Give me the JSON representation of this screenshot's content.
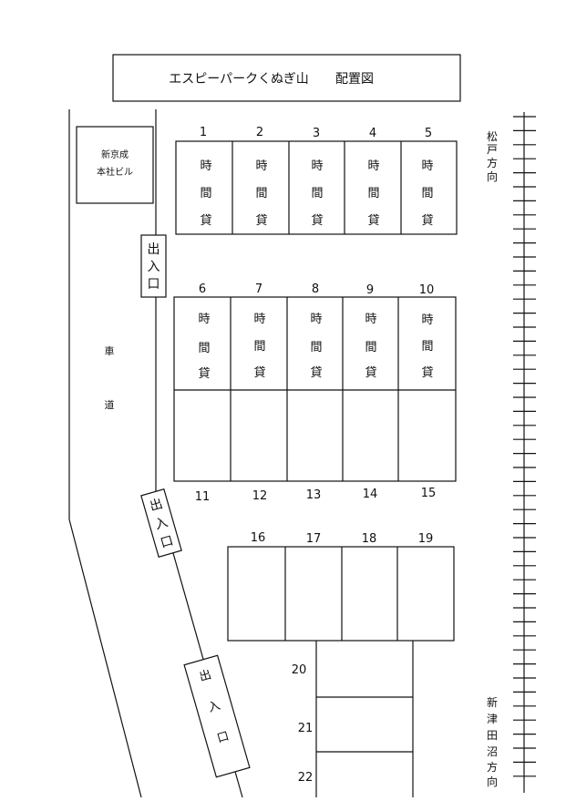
{
  "title": {
    "name": "エスピーパークくぬぎ山",
    "suffix": "配置図"
  },
  "building": {
    "line1": "新京成",
    "line2": "本社ビル"
  },
  "road": {
    "char1": "車",
    "char2": "道"
  },
  "entrance": {
    "c1": "出",
    "c2": "入",
    "c3": "口"
  },
  "directions": {
    "north": [
      "松",
      "戸",
      "方",
      "向"
    ],
    "south": [
      "新",
      "津",
      "田",
      "沼",
      "方",
      "向"
    ]
  },
  "hourly": {
    "c1": "時",
    "c2": "間",
    "c3": "貸"
  },
  "spots": {
    "row1": [
      "1",
      "2",
      "3",
      "4",
      "5"
    ],
    "row2": [
      "6",
      "7",
      "8",
      "9",
      "10"
    ],
    "row3": [
      "11",
      "12",
      "13",
      "14",
      "15"
    ],
    "row4": [
      "16",
      "17",
      "18",
      "19"
    ],
    "col": [
      "20",
      "21",
      "22"
    ]
  }
}
